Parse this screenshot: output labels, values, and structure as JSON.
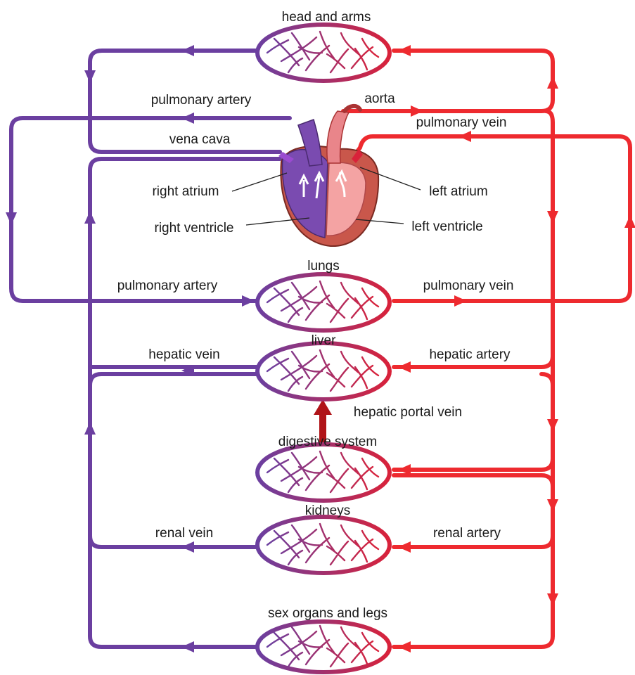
{
  "title": "",
  "colors": {
    "deoxygenated": "#6b3fa0",
    "oxygenated": "#ee2a2f",
    "portal": "#b01418",
    "heart_outer": "#c9574b",
    "heart_left": "#f4a3a3",
    "heart_right": "#7a4bb0"
  },
  "organs": {
    "head_arms": "head and arms",
    "lungs": "lungs",
    "liver": "liver",
    "digestive": "digestive system",
    "kidneys": "kidneys",
    "legs": "sex organs and legs"
  },
  "vessels": {
    "pulmonary_artery_top": "pulmonary artery",
    "vena_cava": "vena cava",
    "aorta": "aorta",
    "pulmonary_vein_top": "pulmonary vein",
    "pulmonary_artery": "pulmonary artery",
    "pulmonary_vein": "pulmonary vein",
    "hepatic_vein": "hepatic vein",
    "hepatic_artery": "hepatic artery",
    "hepatic_portal_vein": "hepatic portal vein",
    "renal_vein": "renal vein",
    "renal_artery": "renal artery"
  },
  "heart": {
    "right_atrium": "right atrium",
    "right_ventricle": "right ventricle",
    "left_atrium": "left atrium",
    "left_ventricle": "left ventricle"
  }
}
